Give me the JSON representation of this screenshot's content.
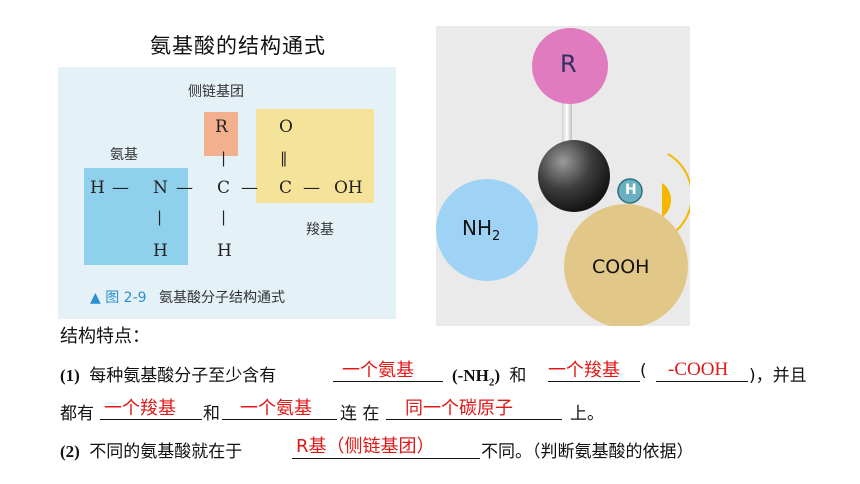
{
  "title": "氨基酸的结构通式",
  "figure": {
    "side_chain_label": "侧链基团",
    "amino_label": "氨基",
    "carboxyl_label": "羧基",
    "atoms": {
      "r": "R",
      "o": "O",
      "double_bond": "‖",
      "h_left": "H",
      "dash1": "—",
      "n": "N",
      "dash2": "—",
      "c1": "C",
      "dash3": "—",
      "c2": "C",
      "dash4": "—",
      "oh": "OH",
      "vbar_r": "|",
      "vbar_n": "|",
      "vbar_c": "|",
      "h_n": "H",
      "h_c": "H"
    },
    "caption_icon": "▲",
    "caption_fig": "图 2-9",
    "caption_text": "氨基酸分子结构通式",
    "colors": {
      "amino_box": "#8fd0ec",
      "side_chain_box": "#f2b08e",
      "carboxyl_box": "#f6e39a"
    }
  },
  "model": {
    "r": "R",
    "nh2": "NH",
    "nh2_sub": "2",
    "h": "H",
    "cooh": "COOH",
    "colors": {
      "r": "#e07bbf",
      "nh2": "#9fd3f6",
      "cooh": "#e2c888",
      "h": "#6ab0c0",
      "carbon": "#3d3d3d",
      "accent": "#f4b800"
    }
  },
  "features_heading": "结构特点：",
  "line1": {
    "num": "(1)",
    "text_a": "每种氨基酸分子至少含有",
    "answer_a": "一个氨基",
    "paren_open": "(-NH",
    "paren_sub": "2",
    "paren_close": ")",
    "text_and": "和",
    "answer_b": "一个羧基",
    "paren2_open": "(",
    "answer_c": "-COOH",
    "paren2_close": ")，并且"
  },
  "line2": {
    "text_a": "都有",
    "answer_a": "一个羧基",
    "text_and": "和",
    "answer_b": "一个氨基",
    "text_lian": "连 在",
    "answer_c": "同一个碳原子",
    "text_end": "上。"
  },
  "line3": {
    "num": "(2)",
    "text_a": "不同的氨基酸就在于",
    "answer": "R基（侧链基团）",
    "text_b": "不同。（判断氨基酸的依据）"
  }
}
